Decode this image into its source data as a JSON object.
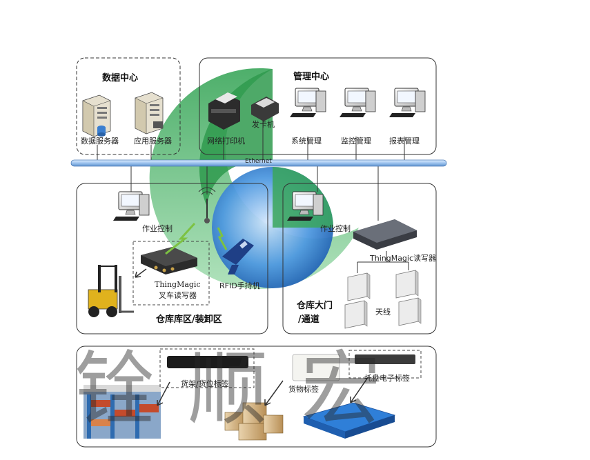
{
  "regions": {
    "data_center": {
      "title": "数据中心",
      "servers": [
        "数据服务器",
        "应用服务器"
      ]
    },
    "management_center": {
      "title": "管理中心",
      "devices": [
        "网络打印机",
        "发卡机",
        "系统管理",
        "监控管理",
        "报表管理"
      ]
    },
    "network": {
      "label": "Ethernet"
    },
    "warehouse_area": {
      "title": "仓库库区/装卸区",
      "pc": "作业控制",
      "reader_line1": "ThingMagic",
      "reader_line2": "叉车读写器",
      "handheld": "RFID手持机"
    },
    "gate": {
      "title_line1": "仓库大门",
      "title_line2": "/通道",
      "pc": "作业控制",
      "reader": "ThingMagic读写器",
      "antenna": "天线"
    },
    "tags": {
      "shelf": "货架/货位标签",
      "goods": "货物标签",
      "pallet": "托盘电子标签"
    }
  },
  "watermark": "铨顺宏",
  "colors": {
    "accent_green": "#43a85a",
    "accent_blue": "#2f7fd0",
    "bus": "#a9c9ee"
  }
}
